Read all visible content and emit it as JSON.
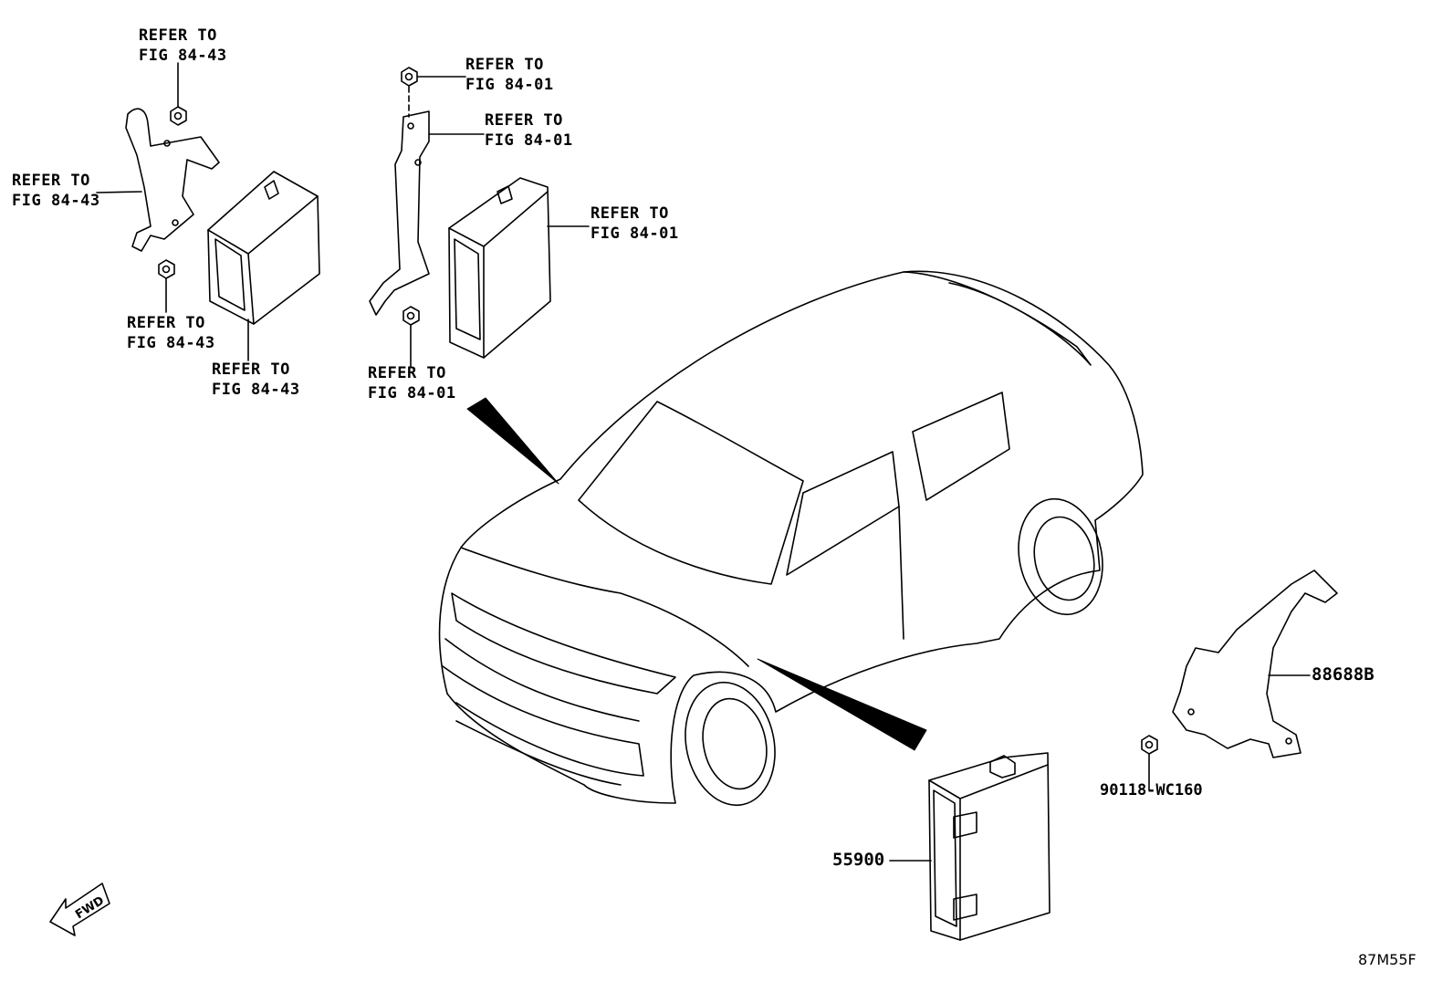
{
  "labels": {
    "ref_a": {
      "line1": "REFER TO",
      "line2": "FIG 84-43"
    },
    "ref_b": {
      "line1": "REFER TO",
      "line2": "FIG 84-43"
    },
    "ref_c": {
      "line1": "REFER TO",
      "line2": "FIG 84-43"
    },
    "ref_d": {
      "line1": "REFER TO",
      "line2": "FIG 84-43"
    },
    "ref_e": {
      "line1": "REFER TO",
      "line2": "FIG 84-01"
    },
    "ref_f": {
      "line1": "REFER TO",
      "line2": "FIG 84-01"
    },
    "ref_g": {
      "line1": "REFER TO",
      "line2": "FIG 84-01"
    },
    "ref_h": {
      "line1": "REFER TO",
      "line2": "FIG 84-01"
    }
  },
  "parts": {
    "module": "55900",
    "bracket": "88688B",
    "nut": "90118-WC160"
  },
  "fwd_arrow": "FWD",
  "diagram_code": "87M55F"
}
